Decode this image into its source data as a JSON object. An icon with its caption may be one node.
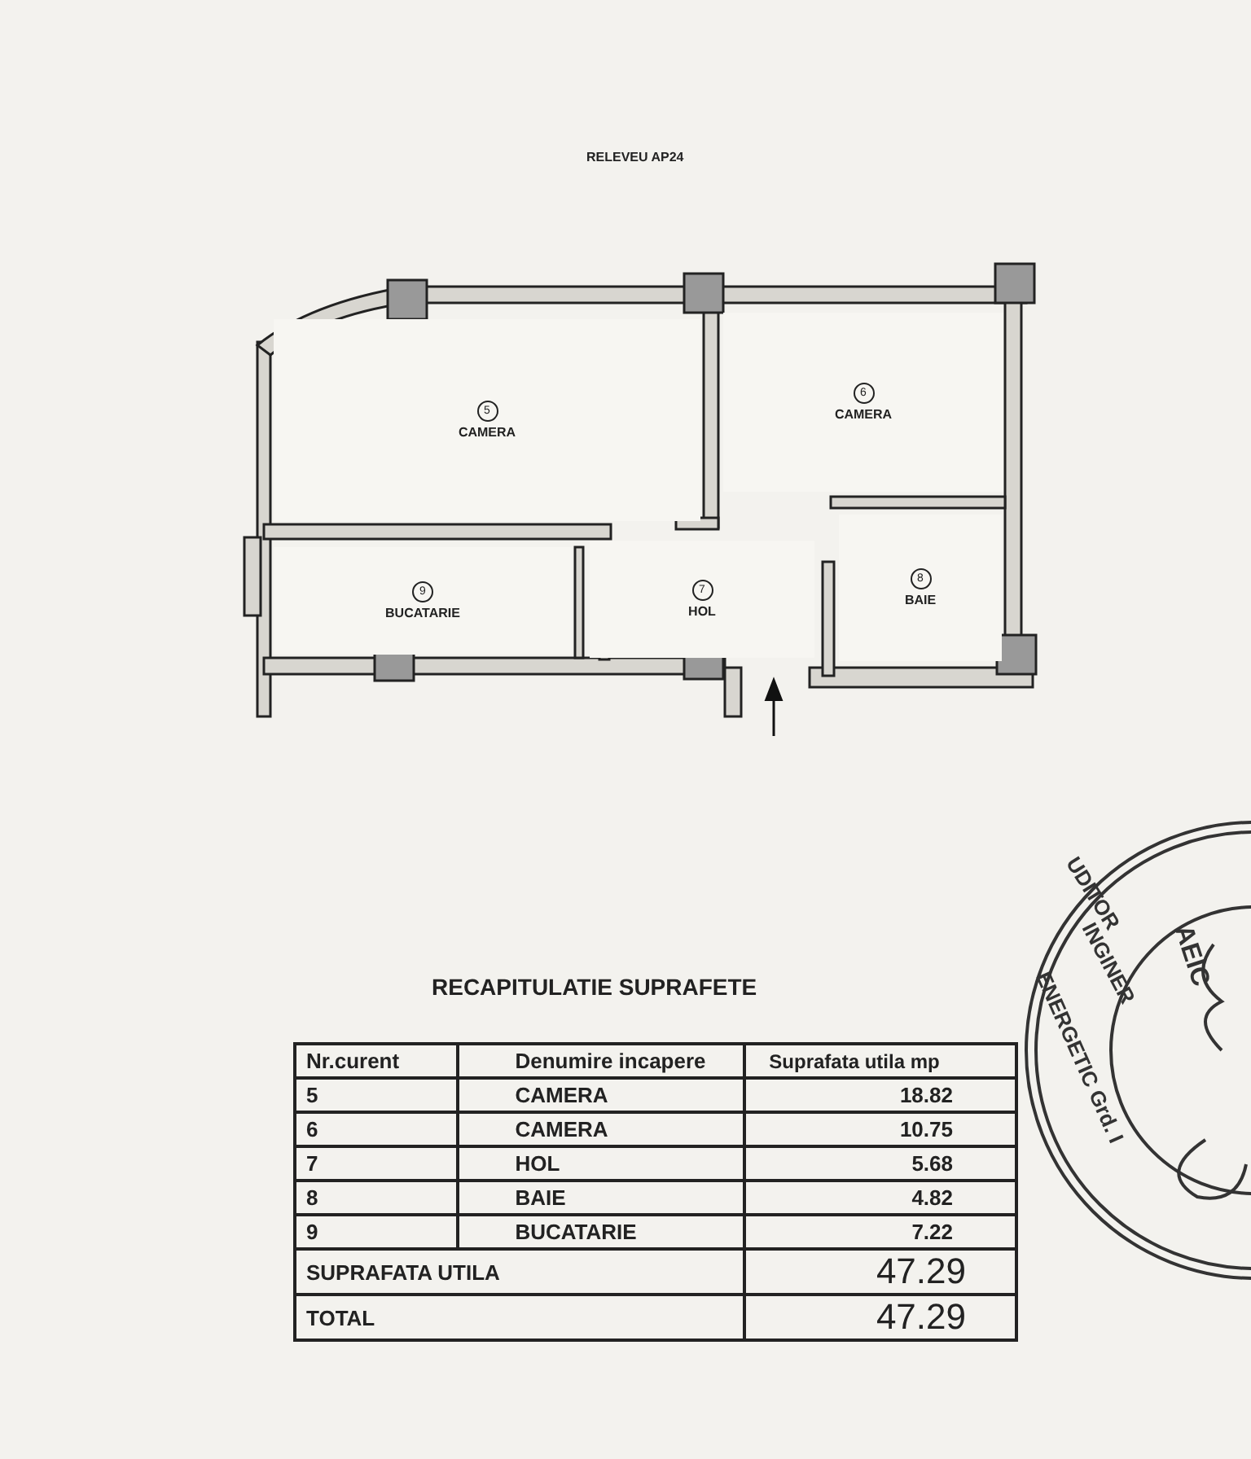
{
  "diagram": {
    "title": "RELEVEU AP24",
    "nodes": [
      {
        "text": [
          "5",
          "CAMERA"
        ]
      },
      {
        "text": [
          "6",
          "CAMERA"
        ]
      },
      {
        "text": [
          "9",
          "BUCATARIE"
        ]
      },
      {
        "text": [
          "7",
          "HOL"
        ]
      },
      {
        "text": [
          "8",
          "BAIE"
        ]
      }
    ],
    "edges": [],
    "labels": [
      "RECAPITULATIE SUPRAFETE",
      "Nr.curent",
      "Denumire incapere",
      "Suprafata utila mp",
      "5",
      "CAMERA",
      "18.82",
      "6",
      "CAMERA",
      "10.75",
      "7",
      "HOL",
      "5.68",
      "8",
      "BAIE",
      "4.82",
      "9",
      "BUCATARIE",
      "7.22",
      "SUPRAFATA UTILA",
      "47.29",
      "TOTAL",
      "47.29",
      "UDITOR",
      "INGINER",
      "ENERGETIC Grd. I",
      "AEIC"
    ]
  }
}
